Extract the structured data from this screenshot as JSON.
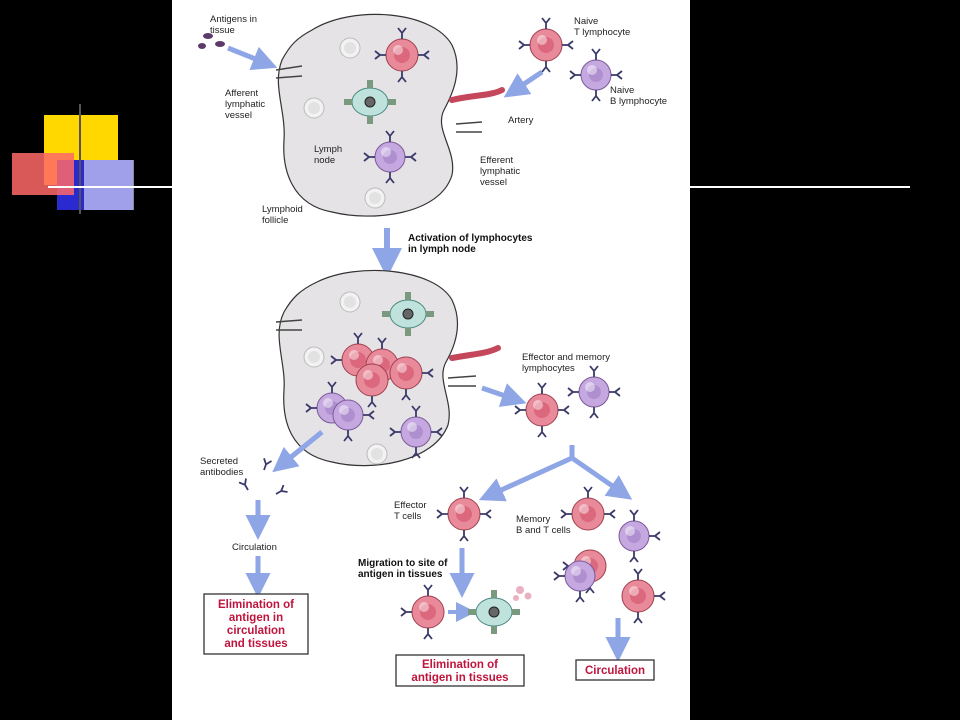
{
  "slide": {
    "background": "#000000",
    "accent_colors": {
      "yellow": "#ffd800",
      "red": "#ff5a5a",
      "blue": "#2a2ad0",
      "line": "#ffffff"
    }
  },
  "figure": {
    "colors": {
      "node_fill": "#e6e3e6",
      "node_stroke": "#333333",
      "t_cell": "#e88a9a",
      "b_cell": "#c6a8e0",
      "apc": "#bfe2dc",
      "arrow": "#8fa6e6",
      "box_text": "#c0143c",
      "artery": "#c5475c"
    },
    "labels": {
      "antigens": [
        "Antigens in",
        "tissue"
      ],
      "naive_t": [
        "Naive",
        "T lymphocyte"
      ],
      "naive_b": [
        "Naive",
        "B lymphocyte"
      ],
      "afferent": [
        "Afferent",
        "lymphatic",
        "vessel"
      ],
      "artery": "Artery",
      "lymph_node": [
        "Lymph",
        "node"
      ],
      "efferent": [
        "Efferent",
        "lymphatic",
        "vessel"
      ],
      "follicle": [
        "Lymphoid",
        "follicle"
      ],
      "activation": [
        "Activation of lymphocytes",
        "in lymph node"
      ],
      "effector_memory": [
        "Effector and memory",
        "lymphocytes"
      ],
      "secreted": [
        "Secreted",
        "antibodies"
      ],
      "circulation_label": "Circulation",
      "effector_t": [
        "Effector",
        "T cells"
      ],
      "memory": [
        "Memory",
        "B and T cells"
      ],
      "migration": [
        "Migration to site of",
        "antigen in tissues"
      ],
      "box_left": [
        "Elimination of",
        "antigen in",
        "circulation",
        "and tissues"
      ],
      "box_mid": [
        "Elimination of",
        "antigen in tissues"
      ],
      "box_right": "Circulation"
    }
  }
}
